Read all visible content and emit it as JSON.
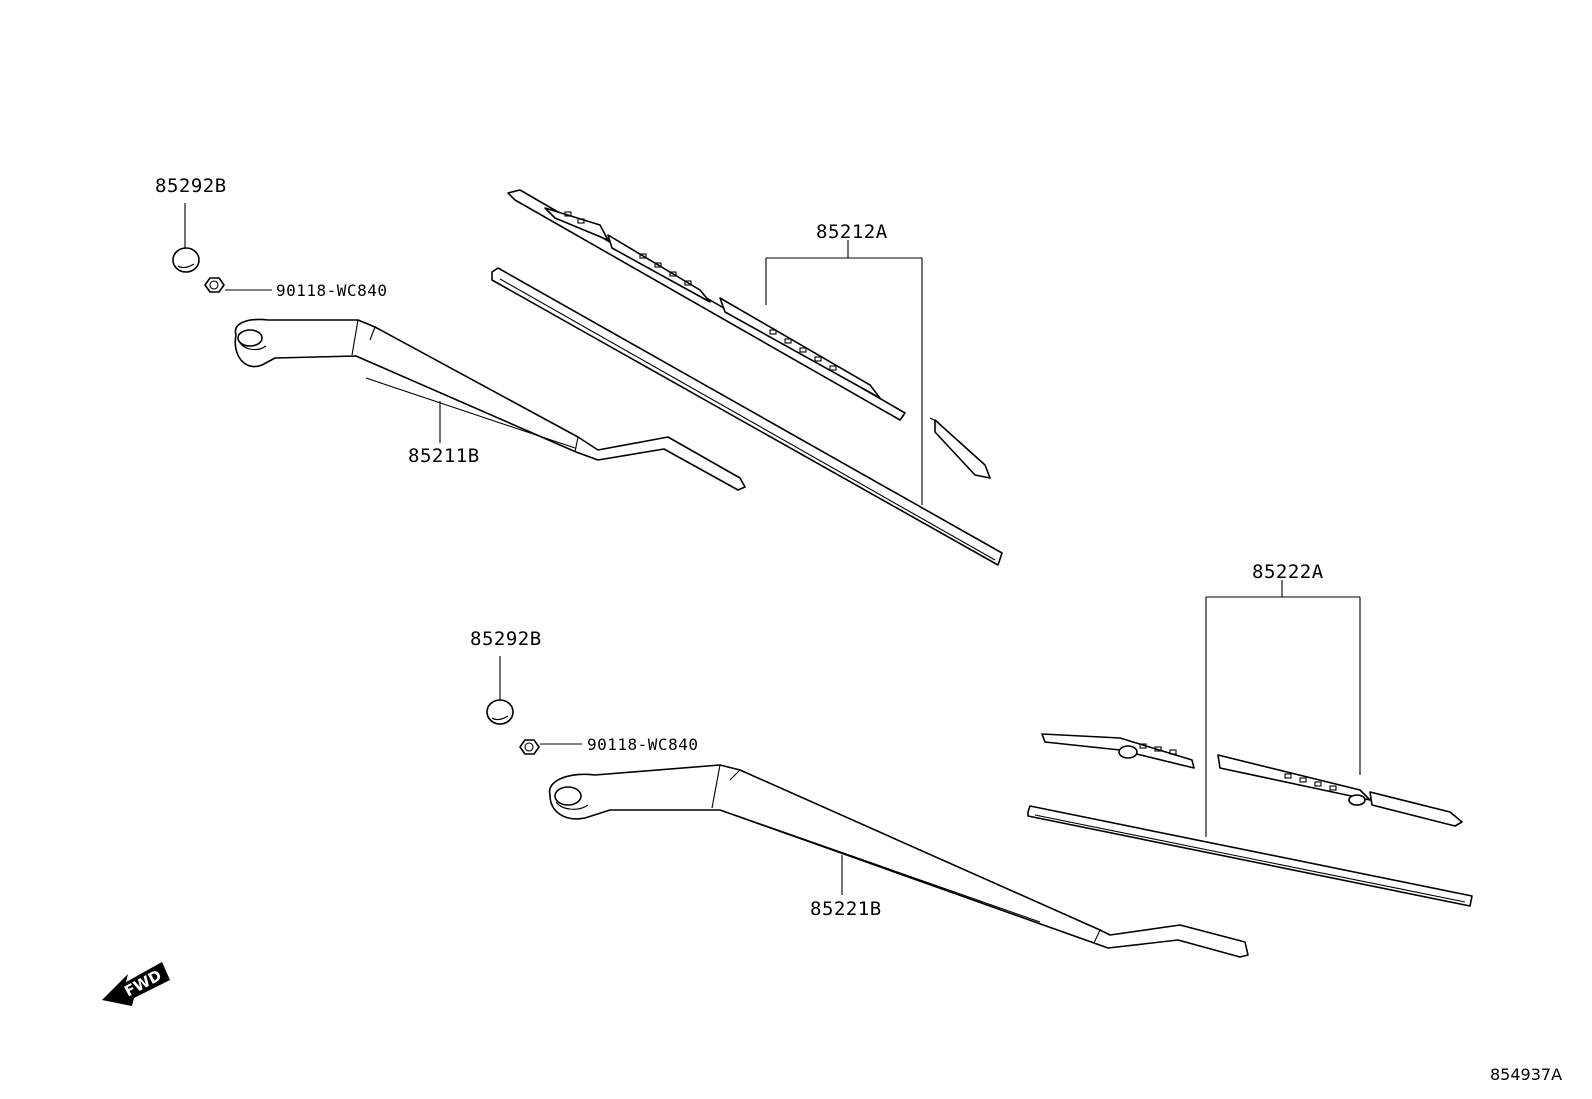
{
  "labels": {
    "cap_upper": "85292B",
    "nut_upper": "90118-WC840",
    "arm_upper": "85211B",
    "blade_upper": "85212A",
    "cap_lower": "85292B",
    "nut_lower": "90118-WC840",
    "arm_lower": "85221B",
    "blade_lower": "85222A"
  },
  "fwd_arrow": "FWD",
  "diagram_id": "854937A"
}
